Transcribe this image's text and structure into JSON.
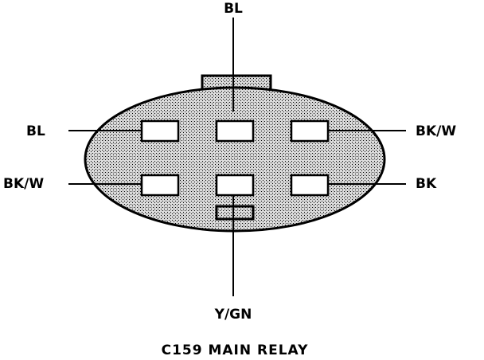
{
  "diagram": {
    "caption": "C159 MAIN RELAY",
    "wire_labels": {
      "top": "BL",
      "left_upper": "BL",
      "left_lower": "BK/W",
      "right_upper": "BK/W",
      "right_lower": "BK",
      "bottom": "Y/GN"
    }
  },
  "colors": {
    "line": "#000000",
    "connector_fill": "#c8c8c8",
    "terminal_fill": "#ffffff"
  }
}
